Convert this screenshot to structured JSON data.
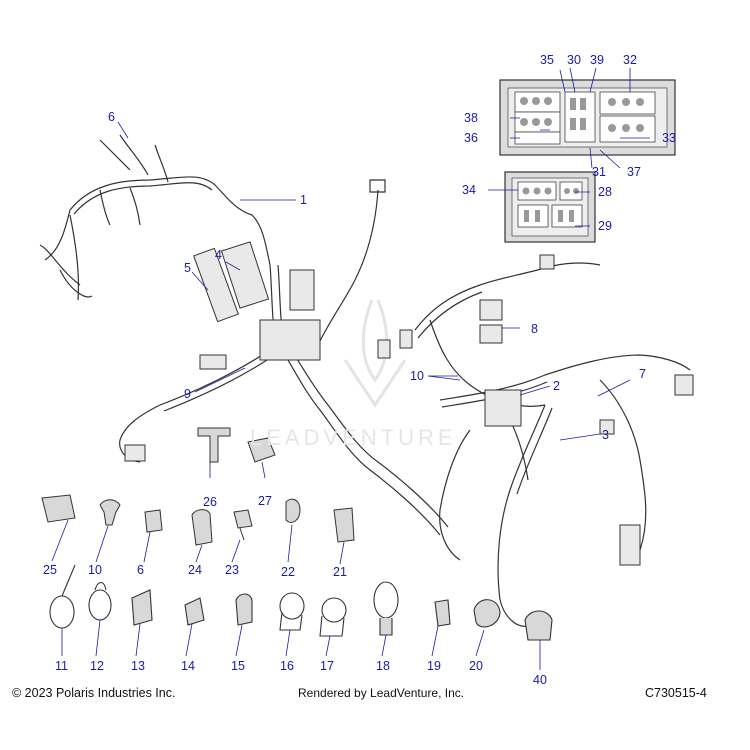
{
  "callouts": {
    "c1": "1",
    "c2": "2",
    "c3": "3",
    "c4": "4",
    "c5": "5",
    "c6a": "6",
    "c6b": "6",
    "c7": "7",
    "c8": "8",
    "c9": "9",
    "c10a": "10",
    "c10b": "10",
    "c11": "11",
    "c12": "12",
    "c13": "13",
    "c14": "14",
    "c15": "15",
    "c16": "16",
    "c17": "17",
    "c18": "18",
    "c19": "19",
    "c20": "20",
    "c21": "21",
    "c22": "22",
    "c23": "23",
    "c24": "24",
    "c25": "25",
    "c26": "26",
    "c27": "27",
    "c28": "28",
    "c29": "29",
    "c30": "30",
    "c31": "31",
    "c32": "32",
    "c33": "33",
    "c34": "34",
    "c35": "35",
    "c36": "36",
    "c37": "37",
    "c38": "38",
    "c39": "39",
    "c40": "40"
  },
  "footer": {
    "copyright": "© 2023 Polaris Industries Inc.",
    "rendered_by": "Rendered by LeadVenture, Inc.",
    "part_code": "C730515-4"
  },
  "watermark": {
    "text": "LEADVENTURE"
  },
  "colors": {
    "callout": "#1a1aa6",
    "line": "#1a1aa6",
    "drawing": "#333333",
    "part_fill": "#d8d8d8"
  }
}
